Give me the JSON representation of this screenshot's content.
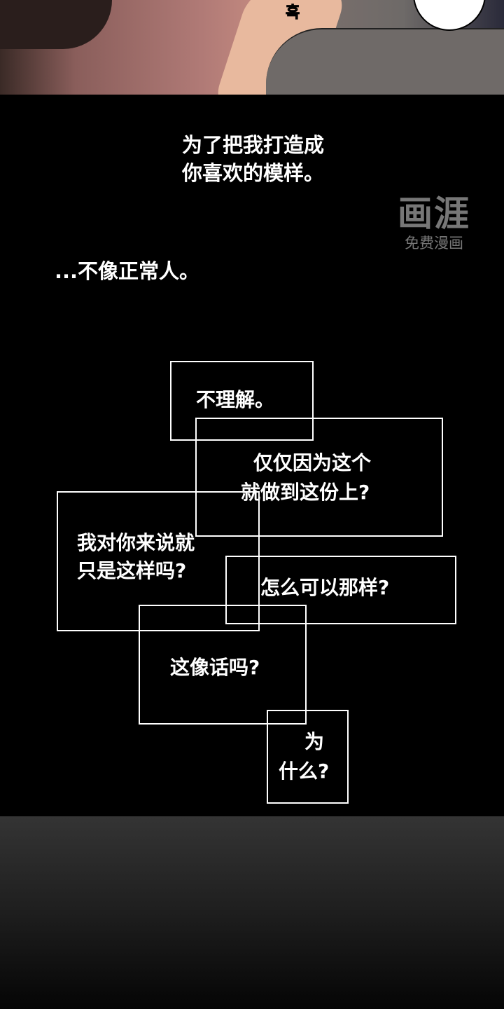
{
  "panel_top": {
    "sfx": "흑"
  },
  "narration": {
    "line1": "为了把我打造成",
    "line2": "你喜欢的模样。",
    "line3": "...不像正常人。"
  },
  "watermark": {
    "logo": "画涯",
    "sub": "免费漫画"
  },
  "boxes": [
    {
      "lines": [
        "不理解。"
      ]
    },
    {
      "lines": [
        "仅仅因为这个",
        "就做到这份上?"
      ]
    },
    {
      "lines": [
        "我对你来说就",
        "只是这样吗?"
      ]
    },
    {
      "lines": [
        "怎么可以那样?"
      ]
    },
    {
      "lines": [
        "这像话吗?"
      ]
    },
    {
      "lines": [
        "为",
        "什么?"
      ]
    }
  ]
}
